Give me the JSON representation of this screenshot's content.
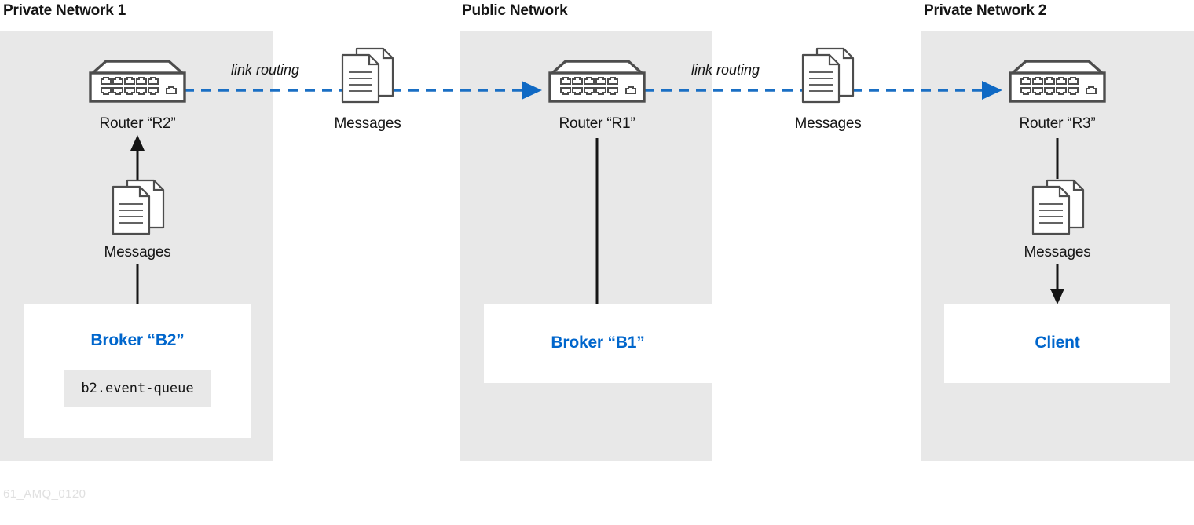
{
  "diagram": {
    "footer_id": "61_AMQ_0120",
    "colors": {
      "panel_bg": "#e8e8e8",
      "box_bg": "#ffffff",
      "accent_blue": "#0066cc",
      "link_blue": "#1a6fc4",
      "icon_stroke": "#4d4d4d",
      "text": "#151515",
      "footer": "#e0e0e0"
    },
    "panels": [
      {
        "id": "private-1",
        "title": "Private Network 1"
      },
      {
        "id": "public",
        "title": "Public Network"
      },
      {
        "id": "private-2",
        "title": "Private Network 2"
      }
    ],
    "routers": [
      {
        "id": "r2",
        "label": "Router “R2”"
      },
      {
        "id": "r1",
        "label": "Router “R1”"
      },
      {
        "id": "r3",
        "label": "Router “R3”"
      }
    ],
    "messages": [
      {
        "id": "msg-broker-b2",
        "label": "Messages"
      },
      {
        "id": "msg-link-left",
        "label": "Messages"
      },
      {
        "id": "msg-link-right",
        "label": "Messages"
      },
      {
        "id": "msg-client",
        "label": "Messages"
      }
    ],
    "link_labels": [
      {
        "id": "link-left",
        "label": "link routing"
      },
      {
        "id": "link-right",
        "label": "link routing"
      }
    ],
    "nodes": [
      {
        "id": "broker-b2",
        "title": "Broker “B2”",
        "queue": "b2.event-queue"
      },
      {
        "id": "broker-b1",
        "title": "Broker “B1”",
        "queue": null
      },
      {
        "id": "client",
        "title": "Client",
        "queue": null
      }
    ]
  }
}
